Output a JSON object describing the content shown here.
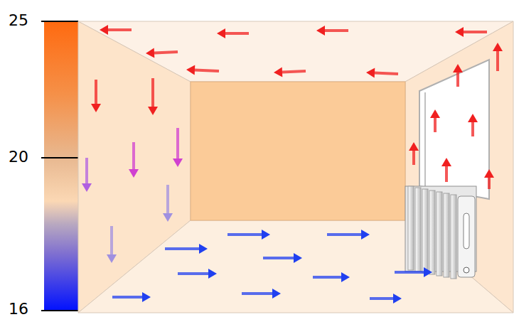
{
  "diagram": {
    "labels": [
      "25",
      "20",
      "16"
    ]
  }
}
